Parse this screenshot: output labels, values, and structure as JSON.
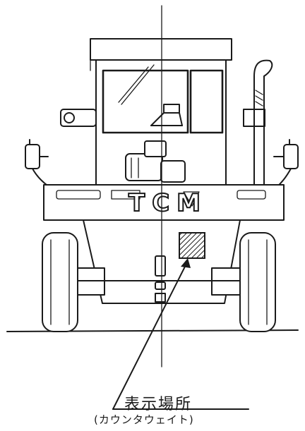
{
  "diagram": {
    "brand_text": "TCM",
    "label": {
      "main": "表示場所",
      "sub": "(カウンタウェイト)"
    }
  }
}
